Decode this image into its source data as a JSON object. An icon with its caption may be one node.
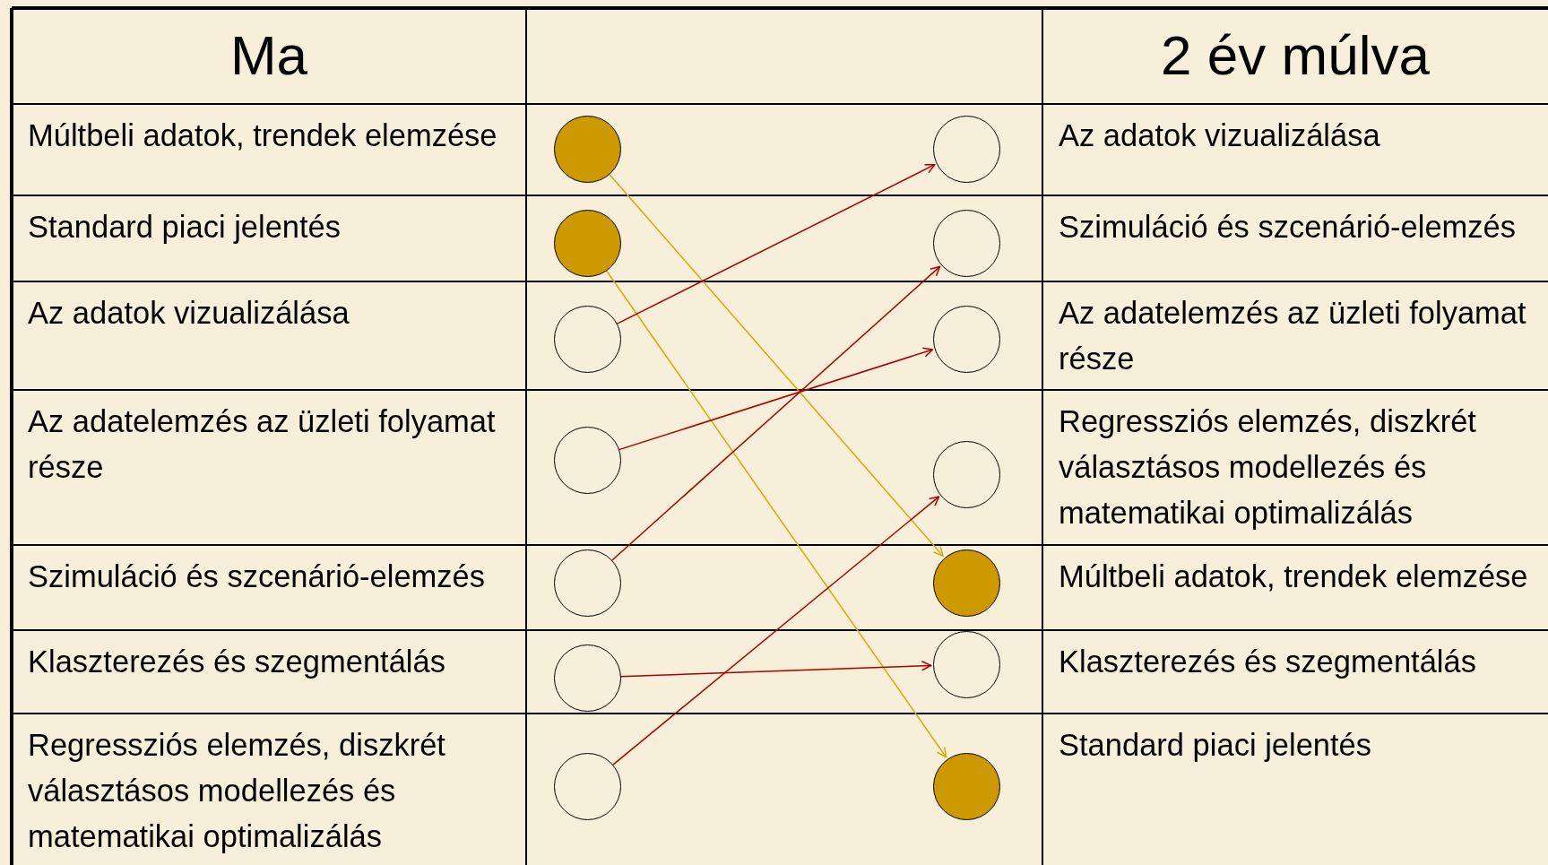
{
  "diagram": {
    "nodes": [
      {
        "text": [],
        "shape": "dot"
      },
      {
        "text": [],
        "shape": "dot"
      },
      {
        "text": [],
        "shape": "circle"
      },
      {
        "text": [],
        "shape": "circle"
      },
      {
        "text": [],
        "shape": "circle"
      },
      {
        "text": [],
        "shape": "circle"
      },
      {
        "text": [],
        "shape": "circle"
      },
      {
        "text": [],
        "shape": "circle"
      },
      {
        "text": [],
        "shape": "circle"
      },
      {
        "text": [],
        "shape": "circle"
      },
      {
        "text": [],
        "shape": "circle"
      },
      {
        "text": [],
        "shape": "dot"
      },
      {
        "text": [],
        "shape": "circle"
      },
      {
        "text": [],
        "shape": "dot"
      }
    ],
    "edges": [
      {
        "from": 0,
        "to": 11,
        "arrow": "to",
        "color": "#d4aa00"
      },
      {
        "from": 1,
        "to": 13,
        "arrow": "to",
        "color": "#d4aa00"
      },
      {
        "from": 2,
        "to": 7,
        "arrow": "to"
      },
      {
        "from": 3,
        "to": 9,
        "arrow": "to"
      },
      {
        "from": 4,
        "to": 8,
        "arrow": "to"
      },
      {
        "from": 5,
        "to": 12,
        "arrow": "to"
      },
      {
        "from": 6,
        "to": 10,
        "arrow": "to"
      }
    ],
    "labels": [
      "Ma",
      "2 év múlva",
      "Múltbeli adatok, trendek elemzése",
      "Az adatok vizualizálása",
      "Standard piaci jelentés",
      "Szimuláció és szcenárió-elemzés",
      "Az adatok vizualizálása",
      "Az adatelemzés az üzleti folyamat része",
      "Az adatelemzés az üzleti folyamat része",
      "Regressziós elemzés, diszkrét választásos modellezés és matematikai optimalizálás",
      "Szimuláció és szcenárió-elemzés",
      "Múltbeli adatok, trendek elemzése",
      "Klaszterezés és szegmentálás",
      "Klaszterezés és szegmentálás",
      "Regressziós elemzés, diszkrét választásos modellezés és matematikai optimalizálás",
      "Standard piaci jelentés"
    ]
  }
}
